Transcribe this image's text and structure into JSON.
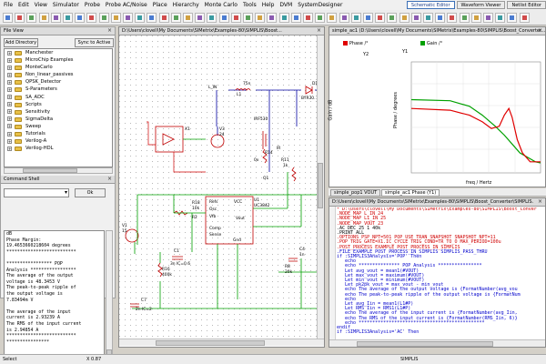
{
  "menu": [
    "File",
    "Edit",
    "View",
    "Simulator",
    "Probe",
    "Probe AC/Noise",
    "Place",
    "Hierarchy",
    "Monte Carlo",
    "Tools",
    "Help",
    "DVM",
    "SystemDesigner"
  ],
  "editor_tabs": [
    {
      "label": "Schematic Editor",
      "active": true
    },
    {
      "label": "Waveform Viewer",
      "active": false
    },
    {
      "label": "Netlist Editor",
      "active": false
    }
  ],
  "file_view": {
    "title": "File View",
    "add_directory": "Add Directory",
    "sync_to_active": "Sync to Active",
    "tree_items": [
      "Manchester",
      "MicroChip Examples",
      "MonteCarlo",
      "Non_linear_passives",
      "QPSK_Detector",
      "S-Parameters",
      "SA_ADC",
      "Scripts",
      "Sensitivity",
      "SigmaDelta",
      "Sweep",
      "Tutorials",
      "Verilog-A",
      "Verilog-HDL"
    ]
  },
  "command_shell": {
    "title": "Command Shell",
    "ok_label": "Ok",
    "output": "dB\nPhase Margin:\n19.4653660218604 degrees\n**************************\n\n***************** POP\nAnalysis *****************\nThe average of the output\nvoltage is 48.3453 V\nThe peak-to-peak ripple of\nthe output voltage is\n7.83494m V\n\nThe average of the input\ncurrent is 2.93239 A\nThe RMS of the input current\nis 2.94854 A\n**************************\n****************"
  },
  "schematic": {
    "title": "D:\\Users\\clovell\\My Documents\\SIMetrix\\Examples-80\\SIMPLIS\\Boost...",
    "labels": {
      "l_in": "L_IN",
      "l1": "L1",
      "d1": "D1",
      "d1_part": "BYR30...",
      "v3": "V3",
      "v3_val": "24",
      "x1": "X1",
      "irf": "IRF530",
      "q1": "Q1",
      "r11": "R11",
      "r11_val": "1k",
      "r14": "R14",
      "r14_val": "1k",
      "c4": "C4",
      "c4_val": "1n",
      "v1": "V1",
      "v1_val": "15",
      "r16": "R16",
      "r16_val": "400k",
      "c7": "C7",
      "c7_val": "2n IC=2",
      "c1": "C1",
      "c1_val": "3n IC=0.6",
      "u1": "U1",
      "u1_part": "UC3842",
      "ref": "Refs",
      "osc": "Osc",
      "vfb": "Vfb",
      "comp": "Comp",
      "sense": "Sense",
      "gnd": "Gnd",
      "vcc": "VCC",
      "vout": "Vout",
      "r18": "R18",
      "r18_val": "10k",
      "r2": "R2",
      "r2_val": "5k",
      "r8": "R8",
      "r8_val": "20k",
      "ir_val": "IR",
      "ox": "0x",
      "ti": "75n"
    }
  },
  "graph": {
    "title": "simple_ac1 (D:\\Users\\clovell\\My Documents\\SIMetrix\\Examples-80\\SIMPLIS\\Boost_Converter...",
    "legend": [
      {
        "name": "Phase /°",
        "color": "#e00000"
      },
      {
        "name": "Gain /°",
        "color": "#00a000"
      }
    ],
    "y2_label": "Y2",
    "y1_label": "Y1",
    "y_axis_left": "Gain / dB",
    "y_axis_right": "Phase / degrees",
    "x_axis": "freq / Hertz",
    "tabs": [
      "simple_pop1 VOUT",
      "simple_ac1 Phase (Y1)"
    ],
    "chart_data": {
      "type": "line",
      "series": [
        {
          "name": "Phase /°",
          "values": [
            [
              0,
              0.58
            ],
            [
              0.3,
              0.565
            ],
            [
              0.45,
              0.52
            ],
            [
              0.55,
              0.46
            ],
            [
              0.62,
              0.4
            ],
            [
              0.68,
              0.42
            ],
            [
              0.72,
              0.52
            ],
            [
              0.755,
              0.58
            ],
            [
              0.78,
              0.5
            ],
            [
              0.82,
              0.3
            ],
            [
              0.86,
              0.18
            ],
            [
              0.92,
              0.1
            ],
            [
              1,
              0.1
            ]
          ]
        },
        {
          "name": "Gain /°",
          "values": [
            [
              0,
              0.66
            ],
            [
              0.3,
              0.65
            ],
            [
              0.45,
              0.6
            ],
            [
              0.55,
              0.52
            ],
            [
              0.65,
              0.42
            ],
            [
              0.72,
              0.34
            ],
            [
              0.78,
              0.26
            ],
            [
              0.84,
              0.18
            ],
            [
              0.9,
              0.14
            ],
            [
              0.96,
              0.1
            ],
            [
              1,
              0.09
            ]
          ]
        }
      ]
    }
  },
  "script_editor": {
    "title": "D:\\Users\\clovell\\My Documents\\SIMetrix\\Examples-80\\SIMPLIS\\Boost_Converter\\SIMPLIS.",
    "lines": [
      {
        "c": "c-red",
        "t": "* D:\\Users\\clovell\\My Documents\\SIMetrix\\Examples-80\\SIMPLIS\\Boost_Conver"
      },
      {
        "c": "c-red",
        "t": ".NODE_MAP L_IN 24"
      },
      {
        "c": "c-red",
        "t": ".NODE_MAP L1_IN 25"
      },
      {
        "c": "c-red",
        "t": ".NODE_MAP VOUT 23"
      },
      {
        "c": "c-blk",
        "t": ".AC DEC 25 1 40k"
      },
      {
        "c": "c-blk",
        "t": ".PRINT ALL"
      },
      {
        "c": "c-red",
        "t": ".OPTIONS PSP_NPT=501 POP_USE_TRAN_SNAPSHOT SNAPSHOT_NPT=11"
      },
      {
        "c": "c-red",
        "t": ".POP TRIG_GATE=X1.IC_CYCLE TRIG_COND=TR_TO_O MAX_PERIOD=100u"
      },
      {
        "c": "c-red",
        "t": ".POST_PROCESS EXAMPLE_POST_PROCESS_IN_SIMPLIS"
      },
      {
        "c": "c-blue",
        "t": ".FILE EXAMPLE_POST_PROCESS_IN_SIMPLIS SIMPLIS_PASS_THRU"
      },
      {
        "c": "c-blue",
        "t": "if :SIMPLIS3Analysis='POP' Then"
      },
      {
        "c": "c-blue",
        "t": "   echo"
      },
      {
        "c": "c-blue",
        "t": "   echo *************** POP Analysis ****************"
      },
      {
        "c": "c-blue",
        "t": "   Let avg_vout = mean1(#VOUT)"
      },
      {
        "c": "c-blue",
        "t": "   Let max_vout = maximum(#VOUT)"
      },
      {
        "c": "c-blue",
        "t": "   Let min_vout = minimum(#VOUT)"
      },
      {
        "c": "c-blue",
        "t": "   Let pk2pk_vout = max_vout - min_vout"
      },
      {
        "c": "c-blue",
        "t": "   echo The average of the output voltage is {FormatNumber(avg_vou"
      },
      {
        "c": "c-blue",
        "t": "   echo The peak-to-peak ripple of the output voltage is {FormatNum"
      },
      {
        "c": "c-blue",
        "t": "   echo"
      },
      {
        "c": "c-blue",
        "t": "   Let avg_Iin = mean1(L1#P)"
      },
      {
        "c": "c-blue",
        "t": "   Let RMS_Iin = RMS1(L1#P)"
      },
      {
        "c": "c-blue",
        "t": "   echo The average of the input current is {FormatNumber(avg_Iin,"
      },
      {
        "c": "c-blue",
        "t": "   echo The RMS of the input current is {FormatNumber(RMS_Iin, 6)}"
      },
      {
        "c": "c-blue",
        "t": "   echo **********************************************"
      },
      {
        "c": "c-blue",
        "t": "endif"
      },
      {
        "c": "c-blue",
        "t": "if :SIMPLIS3Analysis='AC' Then"
      }
    ]
  },
  "status": {
    "left": "Select",
    "coord": "X 0.87",
    "center": "SIMPLIS"
  }
}
